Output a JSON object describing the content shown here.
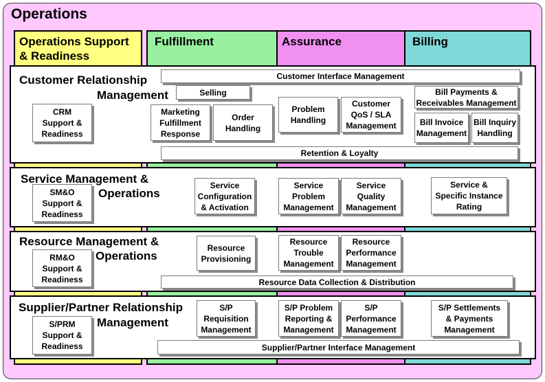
{
  "title": "Operations",
  "colors": {
    "background": "#ffc8ff",
    "support_readiness": "#ffff80",
    "fulfillment": "#98f0a0",
    "assurance": "#f090f0",
    "billing": "#80d8d8"
  },
  "columns": [
    {
      "label": "Operations Support\n& Readiness"
    },
    {
      "label": "Fulfillment"
    },
    {
      "label": "Assurance"
    },
    {
      "label": "Billing"
    }
  ],
  "layers": {
    "crm": {
      "title_line1": "Customer Relationship",
      "title_line2": "Management",
      "support": "CRM\nSupport &\nReadiness",
      "interface_bar": "Customer Interface Management",
      "selling": "Selling",
      "marketing": "Marketing\nFulfillment\nResponse",
      "order": "Order\nHandling",
      "problem": "Problem\nHandling",
      "qos": "Customer\nQoS / SLA\nManagement",
      "bill_payments": "Bill Payments &\nReceivables Management",
      "bill_invoice": "Bill Invoice\nManagement",
      "bill_inquiry": "Bill Inquiry\nHandling",
      "retention_bar": "Retention & Loyalty"
    },
    "sm": {
      "title_line1": "Service Management &",
      "title_line2": "Operations",
      "support": "SM&O\nSupport &\nReadiness",
      "config": "Service\nConfiguration\n& Activation",
      "problem": "Service\nProblem\nManagement",
      "quality": "Service\nQuality\nManagement",
      "rating": "Service &\nSpecific Instance\nRating"
    },
    "rm": {
      "title_line1": "Resource Management &",
      "title_line2": "Operations",
      "support": "RM&O\nSupport &\nReadiness",
      "provisioning": "Resource\nProvisioning",
      "trouble": "Resource\nTrouble\nManagement",
      "performance": "Resource\nPerformance\nManagement",
      "data_bar": "Resource Data Collection & Distribution"
    },
    "sp": {
      "title_line1": "Supplier/Partner Relationship",
      "title_line2": "Management",
      "support": "S/PRM\nSupport &\nReadiness",
      "requisition": "S/P\nRequisition\nManagement",
      "problem": "S/P Problem\nReporting &\nManagement",
      "performance": "S/P\nPerformance\nManagement",
      "settlements": "S/P Settlements\n& Payments\nManagement",
      "interface_bar": "Supplier/Partner Interface Management"
    }
  }
}
